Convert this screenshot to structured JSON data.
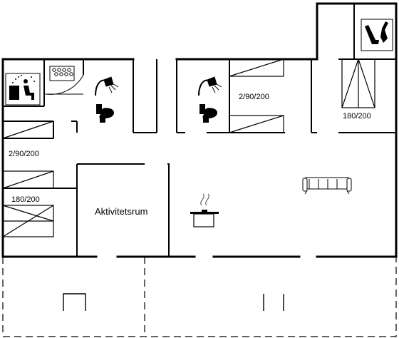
{
  "rooms": {
    "activity_room": "Aktivitetsrum"
  },
  "beds": {
    "bunk_top_room": "2/90/200",
    "double_top_right": "180/200",
    "bunk_left": "2/90/200",
    "double_left": "180/200"
  },
  "icons": [
    "sauna-icon",
    "whirlpool-icon",
    "shower-icon",
    "toilet-icon",
    "utility-tools-icon",
    "sofa-icon",
    "kitchen-pot-icon"
  ],
  "colors": {
    "wall": "#000000",
    "background": "#ffffff"
  }
}
